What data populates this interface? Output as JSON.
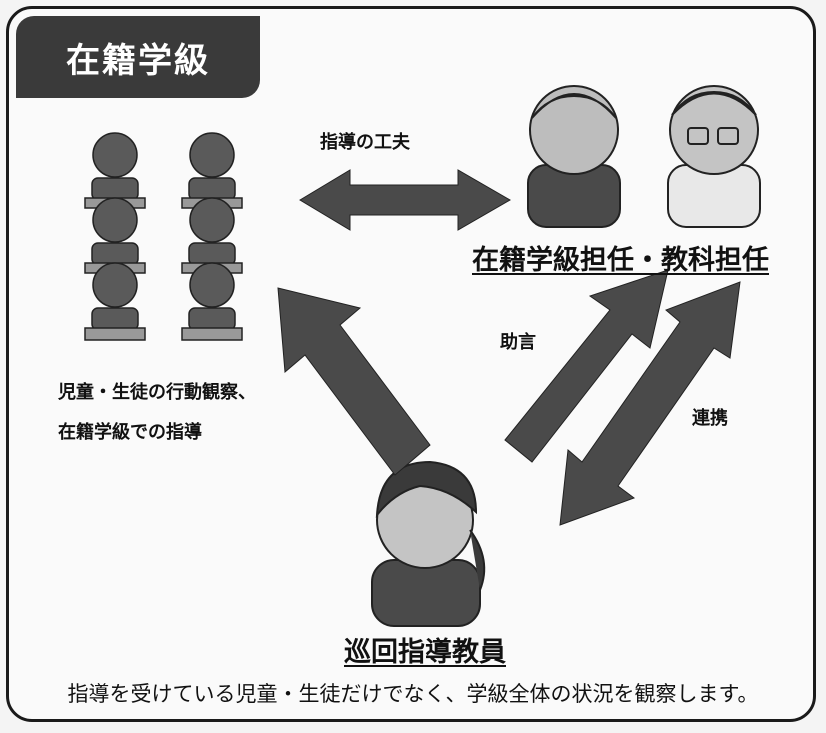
{
  "header": {
    "title": "在籍学級"
  },
  "arrows": {
    "teaching_ideas": "指導の工夫",
    "advice": "助言",
    "cooperation": "連携"
  },
  "students": {
    "caption_line1": "児童・生徒の行動観察、",
    "caption_line2": "在籍学級での指導"
  },
  "teachers": {
    "caption": "在籍学級担任・教科担任"
  },
  "itinerant": {
    "caption": "巡回指導教員"
  },
  "footer": {
    "note": "指導を受けている児童・生徒だけでなく、学級全体の状況を観察します。"
  },
  "colors": {
    "frame": "#1a1a1a",
    "tab": "#3a3a3a",
    "arrow": "#4a4a4a",
    "figure": "#5a5a5a"
  }
}
